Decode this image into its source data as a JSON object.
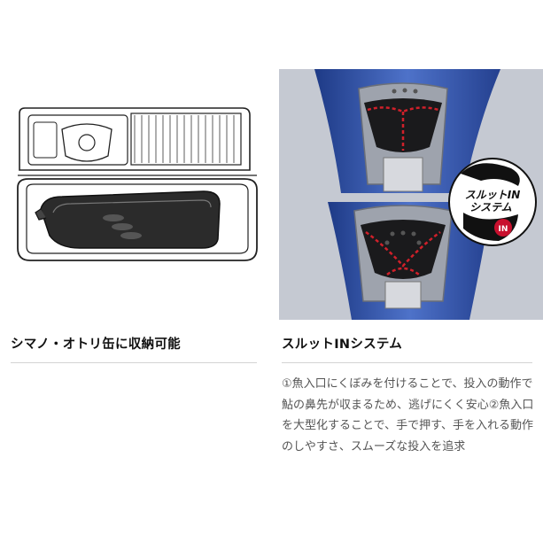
{
  "left": {
    "heading": "シマノ・オトリ缶に収納可能"
  },
  "right": {
    "heading": "スルットINシステム",
    "description": "①魚入口にくぼみを付けることで、投入の動作で鮎の鼻先が収まるため、逃げにくく安心②魚入口を大型化することで、手で押す、手を入れる動作のしやすさ、スムーズな投入を追求",
    "badge": {
      "line1": "スルットIN",
      "line2": "システム",
      "mark": "IN"
    }
  },
  "colors": {
    "photo_blue": "#2f4fa8",
    "dotted_line": "#d0202a",
    "badge_red": "#c8102e"
  }
}
